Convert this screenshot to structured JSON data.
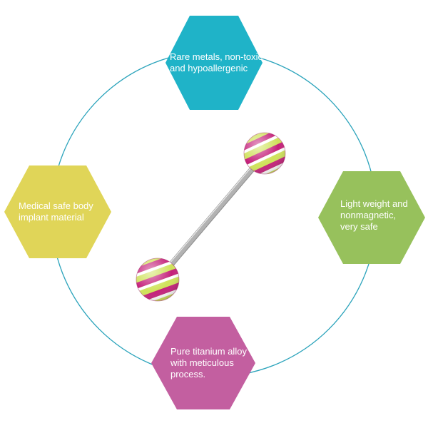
{
  "colors": {
    "ring": "#2aa3bb",
    "hex_top": "#1fb3c8",
    "hex_left": "#e0d558",
    "hex_right": "#97c15c",
    "hex_bottom": "#c35fa0",
    "bar_metal": "#c9c9c9",
    "bead_pink": "#c4207a",
    "bead_green": "#cfe25a",
    "bead_white": "#ffffff"
  },
  "features": {
    "top": {
      "lines": [
        "Rare metals, non-toxic",
        "and hypoallergenic"
      ]
    },
    "left": {
      "lines": [
        "Medical safe body",
        "implant material"
      ]
    },
    "right": {
      "lines": [
        "Light weight and",
        "nonmagnetic,",
        "very safe"
      ]
    },
    "bottom": {
      "lines": [
        "Pure titanium alloy",
        "with meticulous",
        "process."
      ]
    }
  },
  "icons": {
    "center": "barbell-tongue-ring-icon"
  }
}
